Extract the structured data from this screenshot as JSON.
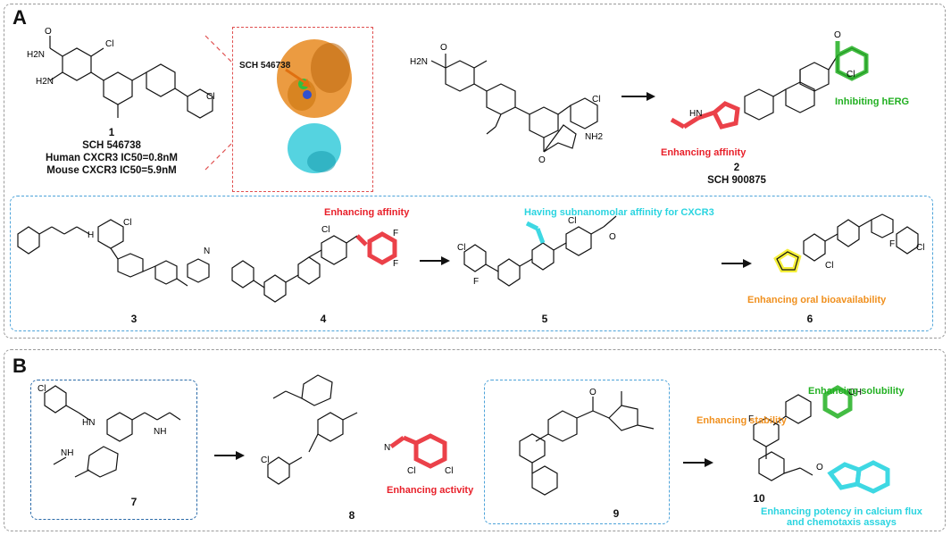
{
  "panels": {
    "a": "A",
    "b": "B"
  },
  "compounds": {
    "c1": {
      "number": "1",
      "name": "SCH 546738",
      "human": "Human CXCR3 IC50=0.8nM",
      "mouse": "Mouse CXCR3 IC50=5.9nM"
    },
    "c2": {
      "number": "2",
      "name": "SCH 900875"
    },
    "c3": {
      "number": "3"
    },
    "c4": {
      "number": "4"
    },
    "c5": {
      "number": "5"
    },
    "c6": {
      "number": "6"
    },
    "c7": {
      "number": "7"
    },
    "c8": {
      "number": "8"
    },
    "c9": {
      "number": "9"
    },
    "c10": {
      "number": "10"
    }
  },
  "protein_label": "SCH 546738",
  "annotations": {
    "affinity_a": "Enhancing affinity",
    "herg": "Inhibiting hERG",
    "affinity_4": "Enhancing affinity",
    "subnano": "Having subnanomolar affinity for CXCR3",
    "oral": "Enhancing oral bioavailability",
    "activity": "Enhancing activity",
    "solubility": "Enhancing solubility",
    "stability": "Enhancing stability",
    "potency_1": "Enhancing potency in calcium flux",
    "potency_2": "and chemotaxis assays"
  },
  "atoms": {
    "cl": "Cl",
    "f": "F",
    "n": "N",
    "o": "O",
    "oh": "OH",
    "h2n": "H2N",
    "nh2": "NH2",
    "hn": "HN",
    "nh": "NH",
    "h": "H"
  },
  "colors": {
    "red": "#e8202a",
    "green": "#22b022",
    "cyan": "#2ad4e0",
    "orange": "#f0901e",
    "yellow": "#f5f03a",
    "blue_dash": "#4da3d9",
    "gray_dash": "#9a9a9a"
  }
}
